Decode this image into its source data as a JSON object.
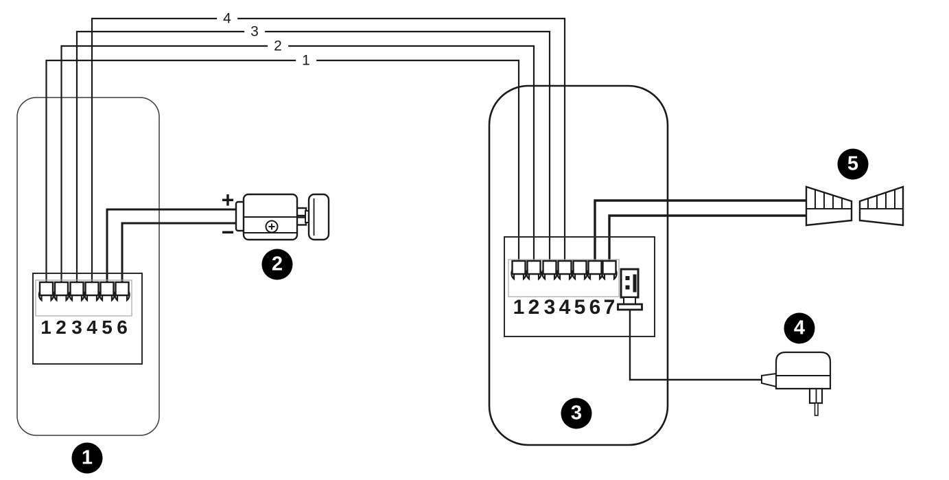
{
  "colors": {
    "line": "#1a1a1a",
    "device_outline": "#3c3c3c",
    "inner_frame": "#a6a6a6",
    "badge_bg": "#000000",
    "badge_text": "#ffffff"
  },
  "wires": {
    "labels": [
      "1",
      "2",
      "3",
      "4"
    ]
  },
  "device1": {
    "badge": "1",
    "terminals": [
      "1",
      "2",
      "3",
      "4",
      "5",
      "6"
    ]
  },
  "lock": {
    "badge": "2",
    "plus": "+",
    "minus": "−"
  },
  "device3": {
    "badge": "3",
    "terminals": [
      "1",
      "2",
      "3",
      "4",
      "5",
      "6",
      "7"
    ]
  },
  "adapter": {
    "badge": "4"
  },
  "sensor": {
    "badge": "5"
  }
}
